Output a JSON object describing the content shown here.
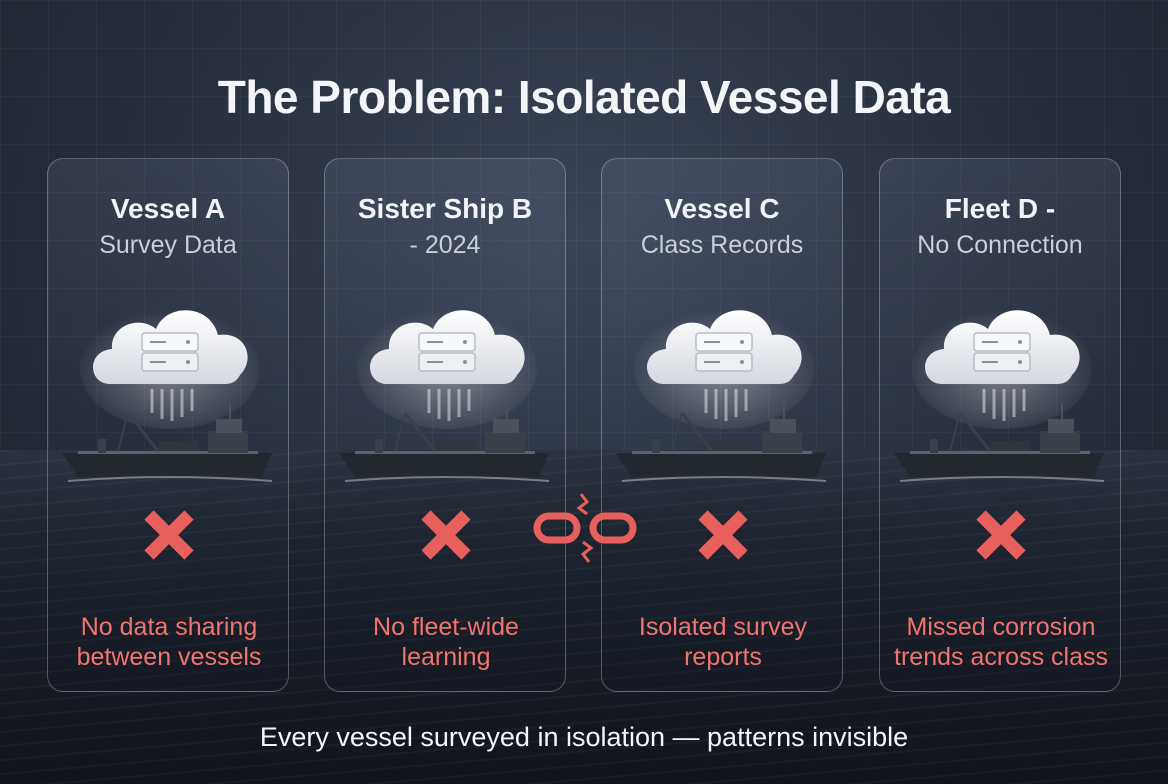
{
  "title": "The Problem: Isolated Vessel Data",
  "cards": [
    {
      "title": "Vessel A",
      "subtitle": "Survey Data",
      "note": [
        "No data sharing",
        "between vessels"
      ]
    },
    {
      "title": "Sister Ship B",
      "subtitle": "- 2024",
      "note": [
        "No fleet-wide",
        "learning"
      ]
    },
    {
      "title": "Vessel C",
      "subtitle": "Class Records",
      "note": [
        "Isolated survey",
        "reports"
      ]
    },
    {
      "title": "Fleet D -",
      "subtitle": "No Connection",
      "note": [
        "Missed corrosion",
        "trends across class"
      ]
    }
  ],
  "footer": "Every vessel surveyed in isolation — patterns invisible",
  "icons": {
    "cloud": "cloud-server-icon",
    "ship": "cargo-ship-icon",
    "x": "x-mark-icon",
    "chain": "broken-chain-icon"
  },
  "colors": {
    "accent_red": "#f07470",
    "x_red": "#e8605c",
    "card_border": "#8a93a3"
  }
}
